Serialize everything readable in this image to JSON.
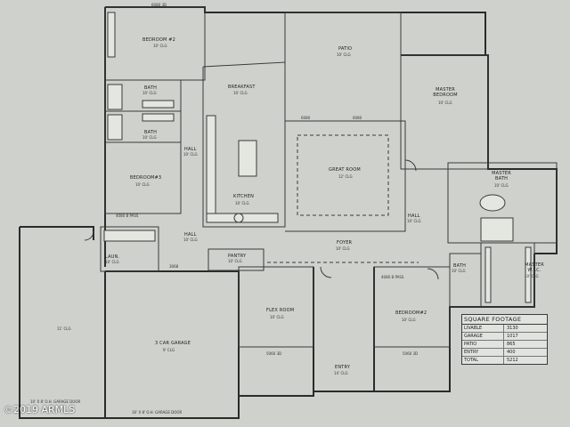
{
  "rooms": {
    "bedroom2": {
      "name": "BEDROOM #2",
      "dim": "10' CLG"
    },
    "bath_upper": {
      "name": "BATH",
      "dim": "10' CLG"
    },
    "bath_mid": {
      "name": "BATH",
      "dim": "10' CLG"
    },
    "bedroom3": {
      "name": "BEDROOM#3",
      "dim": "10' CLG"
    },
    "hall_left": {
      "name": "HALL",
      "dim": "10' CLG"
    },
    "hall_lower": {
      "name": "HALL",
      "dim": "10' CLG"
    },
    "laundry": {
      "name": "LAUN.",
      "dim": "10' CLG"
    },
    "breakfast": {
      "name": "BREAKFAST",
      "dim": "10' CLG"
    },
    "kitchen": {
      "name": "KITCHEN",
      "dim": "10' CLG"
    },
    "pantry": {
      "name": "PANTRY",
      "dim": "10' CLG"
    },
    "patio": {
      "name": "PATIO",
      "dim": "10' CLG"
    },
    "great_room": {
      "name": "GREAT ROOM",
      "dim": "12' CLG"
    },
    "master_bedroom": {
      "name": "MASTER BEDROOM",
      "dim": "10' CLG"
    },
    "master_bath": {
      "name": "MASTER BATH",
      "dim": "10' CLG"
    },
    "hall_right": {
      "name": "HALL",
      "dim": "10' CLG"
    },
    "master_wic": {
      "name": "MASTER W.I.C.",
      "dim": "10' CLG"
    },
    "bath_right": {
      "name": "BATH",
      "dim": "10' CLG"
    },
    "foyer": {
      "name": "FOYER",
      "dim": "10' CLG"
    },
    "flex_room": {
      "name": "FLEX ROOM",
      "dim": "10' CLG"
    },
    "bedroom4": {
      "name": "BEDROOM#2",
      "dim": "10' CLG"
    },
    "entry": {
      "name": "ENTRY",
      "dim": "14' CLG"
    },
    "garage3": {
      "name": "3 CAR GARAGE",
      "dim": "9' CLG"
    },
    "garage_side": {
      "name": "",
      "dim": "11' CLG"
    }
  },
  "notes": {
    "pass_left": "4080 B PASS",
    "pass_bottom": "4080 B PASS",
    "door_left": "3068",
    "slider_top": "6080 3D",
    "slider_patio1": "6080",
    "slider_patio2": "6080",
    "garage_door_big": "16' X 8' O.H. GARAGE DOOR",
    "garage_door_small": "10' X 8' O.H. GARAGE DOOR",
    "flex_win": "5060 3D",
    "bed4_win": "5060 3D"
  },
  "square_footage": {
    "title": "SQUARE FOOTAGE",
    "rows": [
      {
        "label": "LIVABLE",
        "value": "3130"
      },
      {
        "label": "GARAGE",
        "value": "1017"
      },
      {
        "label": "PATIO",
        "value": "865"
      },
      {
        "label": "ENTRY",
        "value": "400"
      },
      {
        "label": "TOTAL",
        "value": "5212"
      }
    ]
  },
  "watermark": "©2019 ARMLS"
}
